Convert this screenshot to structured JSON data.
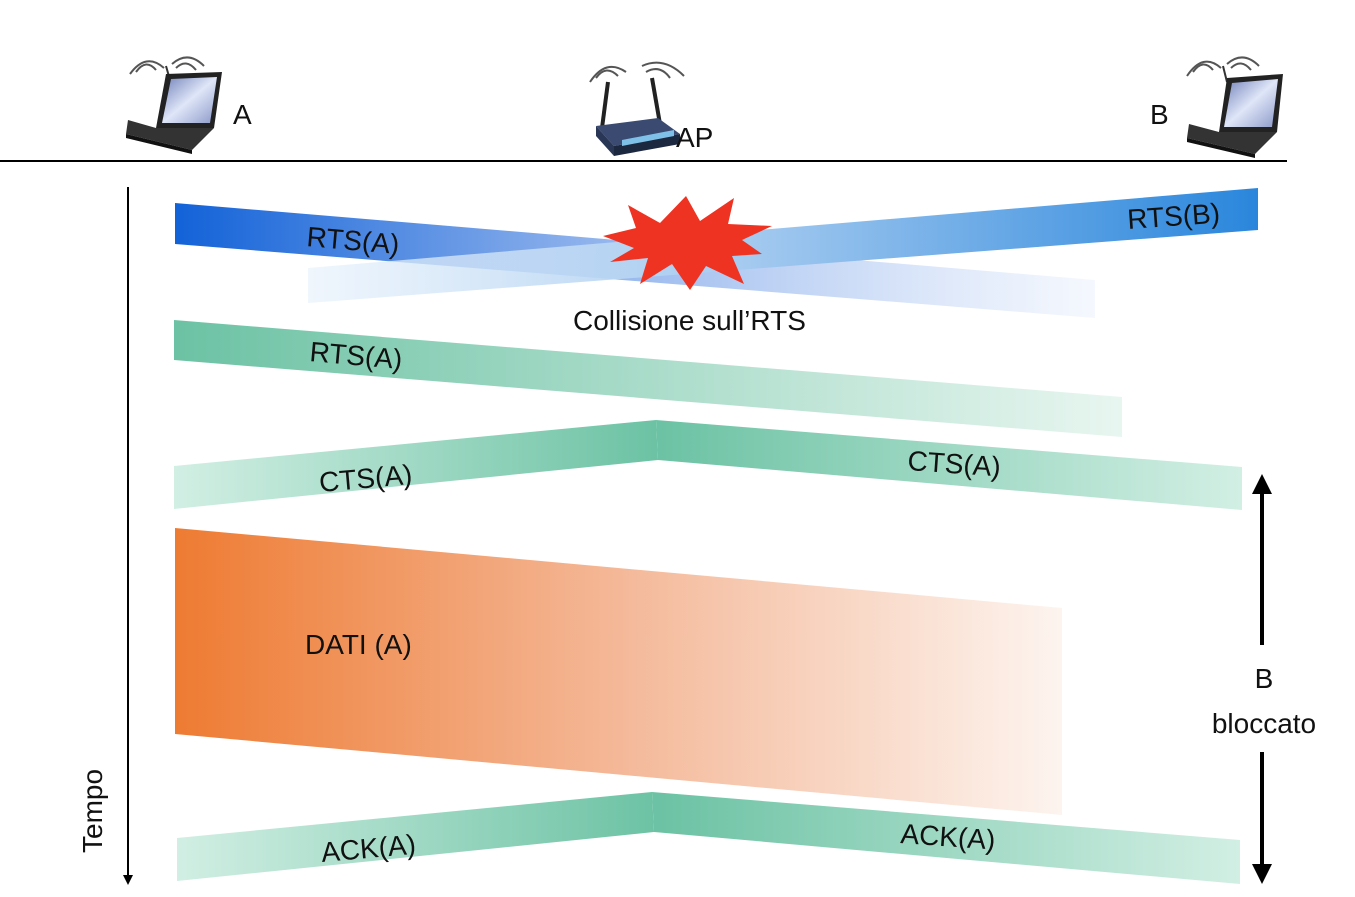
{
  "nodes": {
    "a": {
      "label": "A",
      "icon": "laptop-icon"
    },
    "ap": {
      "label": "AP",
      "icon": "wireless-router-icon"
    },
    "b": {
      "label": "B",
      "icon": "laptop-icon"
    }
  },
  "time_axis": {
    "label": "Tempo"
  },
  "frames": {
    "rts_a_first": "RTS(A)",
    "rts_b": "RTS(B)",
    "collision": "Collisione sull’RTS",
    "rts_a_second": "RTS(A)",
    "cts_left": "CTS(A)",
    "cts_right": "CTS(A)",
    "data": "DATI (A)",
    "ack_left": "ACK(A)",
    "ack_right": "ACK(A)"
  },
  "blocked": {
    "line1": "B",
    "line2": "bloccato"
  },
  "colors": {
    "rts_blue": "#1464d8",
    "rts_b_blue": "#2a86dc",
    "green": "#6ec3a6",
    "orange": "#ee7b32",
    "collision_red": "#ee3322",
    "line": "#000000"
  }
}
